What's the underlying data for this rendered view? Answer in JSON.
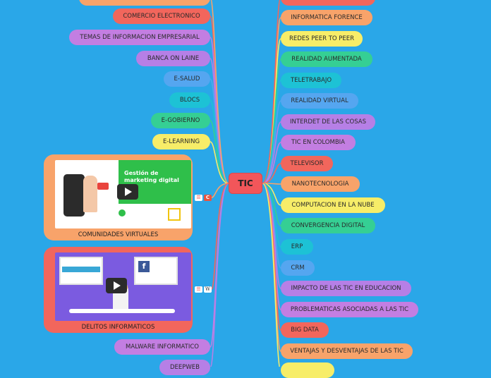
{
  "center": {
    "label": "TIC"
  },
  "left_nodes": [
    {
      "label": "COMERCIO ELECTRONICO",
      "color": "#f2665c"
    },
    {
      "label": "TEMAS DE INFORMACION EMPRESARIAL",
      "color": "#c37ee2"
    },
    {
      "label": "BANCA ON LAINE",
      "color": "#b67fe6"
    },
    {
      "label": "E-SALUD",
      "color": "#55a6f0"
    },
    {
      "label": "BLOCS",
      "color": "#1dc2d5"
    },
    {
      "label": "E-GOBIERNO",
      "color": "#35cf94"
    },
    {
      "label": "E-LEARNING",
      "color": "#f7ed68"
    },
    {
      "label": "MALWARE INFORMATICO",
      "color": "#c37ee2"
    },
    {
      "label": "DEEPWEB",
      "color": "#b67fe6"
    }
  ],
  "right_nodes": [
    {
      "label": "INFORMATICA FORENCE",
      "color": "#f8a36a"
    },
    {
      "label": "REDES PEER TO PEER",
      "color": "#f7ed68"
    },
    {
      "label": "REALIDAD AUMENTADA",
      "color": "#35cf94"
    },
    {
      "label": "TELETRABAJO",
      "color": "#1dc2d5"
    },
    {
      "label": "REALIDAD VIRTUAL",
      "color": "#55a6f0"
    },
    {
      "label": "INTERDET DE LAS COSAS",
      "color": "#b67fe6"
    },
    {
      "label": "TIC EN COLOMBIA",
      "color": "#c37ee2"
    },
    {
      "label": "TELEVISOR",
      "color": "#f2665c"
    },
    {
      "label": "NANOTECNOLOGIA",
      "color": "#f8a36a"
    },
    {
      "label": "COMPUTACION EN LA NUBE",
      "color": "#f7ed68"
    },
    {
      "label": "CONVERGENCIA DIGITAL",
      "color": "#35cf94"
    },
    {
      "label": "ERP",
      "color": "#1dc2d5"
    },
    {
      "label": "CRM",
      "color": "#55a6f0"
    },
    {
      "label": "IMPACTO DE LAS TIC EN EDUCACION",
      "color": "#b67fe6"
    },
    {
      "label": "PROBLEMATICAS ASOCIADAS A LAS TIC",
      "color": "#c37ee2"
    },
    {
      "label": "BIG DATA",
      "color": "#f2665c"
    },
    {
      "label": "VENTAJAS Y DESVENTAJAS DE LAS TIC",
      "color": "#f8a36a"
    }
  ],
  "video_cards": [
    {
      "caption": "COMUNIDADES VIRTUALES",
      "color": "#f8a36a",
      "thumb_title": "Gestión de marketing digital",
      "badge": "C"
    },
    {
      "caption": "DELITOS INFORMATICOS",
      "color": "#f2665c",
      "thumb_title": "",
      "badge": "W"
    }
  ]
}
